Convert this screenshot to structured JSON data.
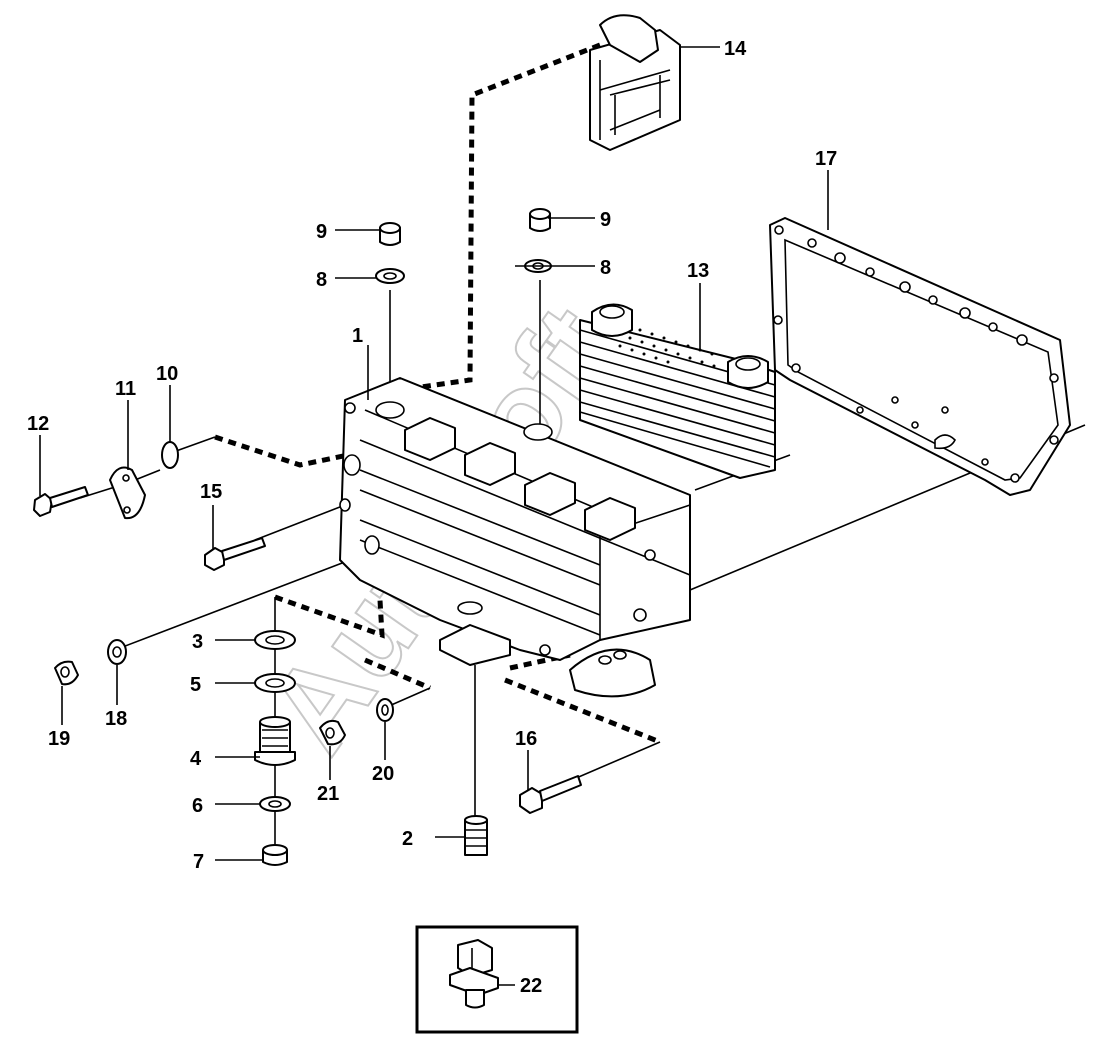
{
  "labels": [
    {
      "id": "1",
      "text": "1"
    },
    {
      "id": "2",
      "text": "2"
    },
    {
      "id": "3",
      "text": "3"
    },
    {
      "id": "4",
      "text": "4"
    },
    {
      "id": "5",
      "text": "5"
    },
    {
      "id": "6",
      "text": "6"
    },
    {
      "id": "7",
      "text": "7"
    },
    {
      "id": "8a",
      "text": "8"
    },
    {
      "id": "8b",
      "text": "8"
    },
    {
      "id": "9a",
      "text": "9"
    },
    {
      "id": "9b",
      "text": "9"
    },
    {
      "id": "10",
      "text": "10"
    },
    {
      "id": "11",
      "text": "11"
    },
    {
      "id": "12",
      "text": "12"
    },
    {
      "id": "13",
      "text": "13"
    },
    {
      "id": "14",
      "text": "14"
    },
    {
      "id": "15",
      "text": "15"
    },
    {
      "id": "16",
      "text": "16"
    },
    {
      "id": "17",
      "text": "17"
    },
    {
      "id": "18",
      "text": "18"
    },
    {
      "id": "19",
      "text": "19"
    },
    {
      "id": "20",
      "text": "20"
    },
    {
      "id": "21",
      "text": "21"
    },
    {
      "id": "22",
      "text": "22"
    }
  ],
  "watermark": "AutoSoft"
}
